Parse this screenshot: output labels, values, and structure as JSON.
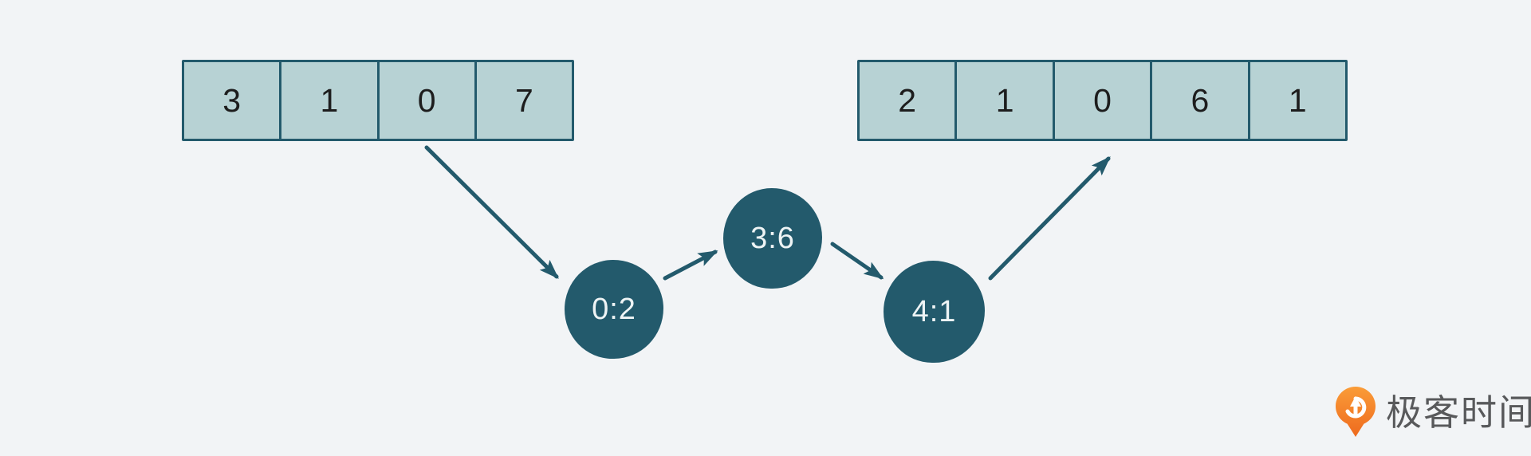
{
  "colors": {
    "background": "#f2f4f6",
    "ink": "#235a6c",
    "cell_fill": "#b7d2d4",
    "cell_border": "#235a6c",
    "cell_text": "#1d1d1d",
    "node_fill": "#235a6c",
    "node_text": "#eef4f5",
    "logo_orange": "#f16d20",
    "logo_text_color": "#58595b"
  },
  "diagram": {
    "left_array": {
      "cells": [
        "3",
        "1",
        "0",
        "7"
      ]
    },
    "right_array": {
      "cells": [
        "2",
        "1",
        "0",
        "6",
        "1"
      ]
    },
    "nodes": [
      {
        "label": "0:2"
      },
      {
        "label": "3:6"
      },
      {
        "label": "4:1"
      }
    ]
  },
  "logo": {
    "brand_text": "极客时间",
    "icon": "geektime-pin-icon"
  }
}
